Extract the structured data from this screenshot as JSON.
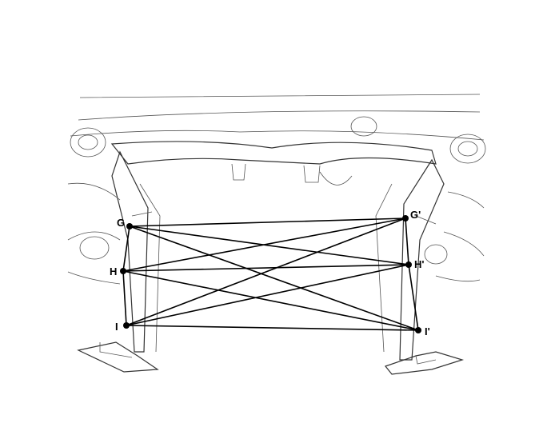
{
  "points": [
    {
      "id": "G",
      "label": "G"
    },
    {
      "id": "H",
      "label": "H"
    },
    {
      "id": "I",
      "label": "I"
    },
    {
      "id": "Gp",
      "label": "G'"
    },
    {
      "id": "Hp",
      "label": "H'"
    },
    {
      "id": "Ip",
      "label": "I'"
    }
  ],
  "measurements": [
    [
      "G",
      "H"
    ],
    [
      "H",
      "I"
    ],
    [
      "Gp",
      "Hp"
    ],
    [
      "Hp",
      "Ip"
    ],
    [
      "G",
      "Gp"
    ],
    [
      "G",
      "Hp"
    ],
    [
      "G",
      "Ip"
    ],
    [
      "H",
      "Gp"
    ],
    [
      "H",
      "Hp"
    ],
    [
      "H",
      "Ip"
    ],
    [
      "I",
      "Gp"
    ],
    [
      "I",
      "Hp"
    ],
    [
      "I",
      "Ip"
    ]
  ]
}
